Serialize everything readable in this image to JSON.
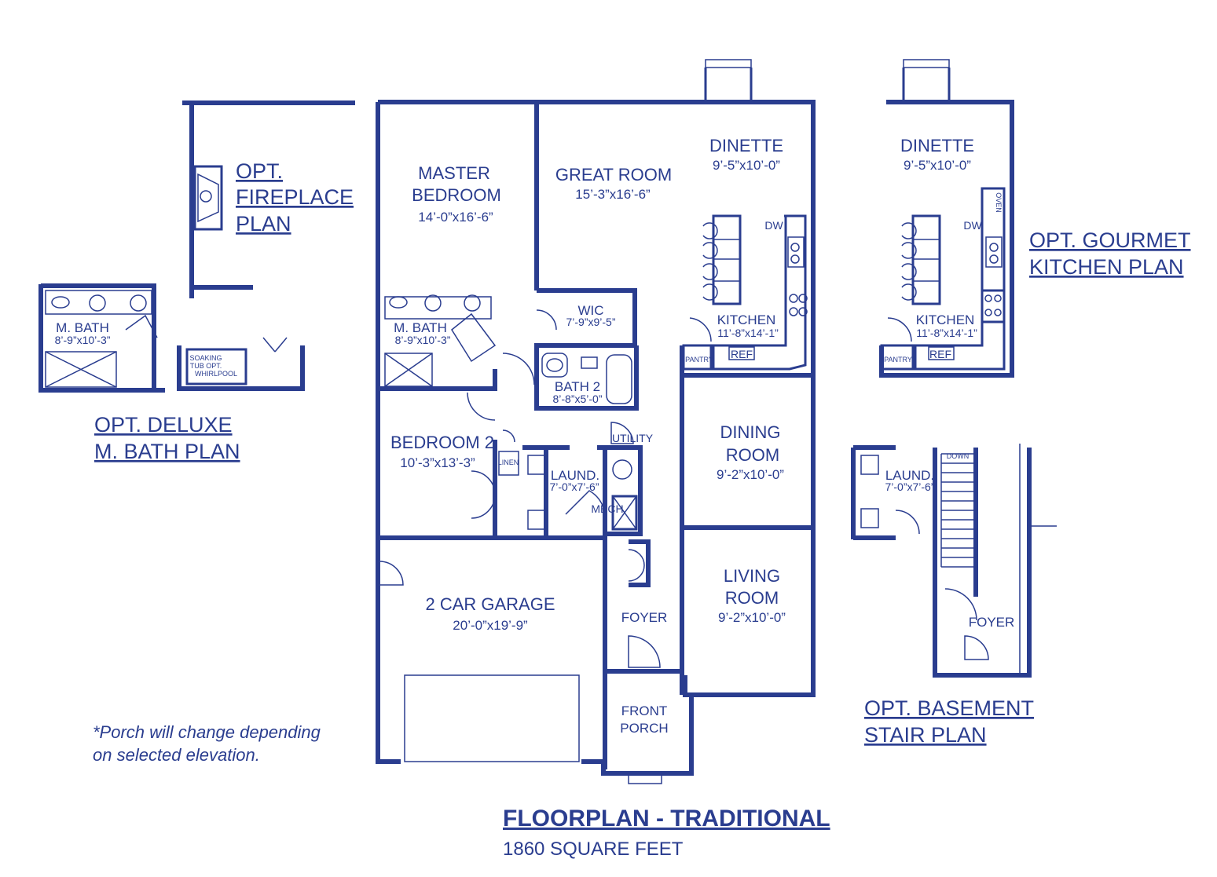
{
  "title": "FLOORPLAN - TRADITIONAL",
  "subtitle": "1860 SQUARE FEET",
  "note": [
    "*Porch will change depending",
    "on selected elevation."
  ],
  "colors": {
    "ink": "#2a3d8f",
    "background": "#ffffff"
  },
  "rooms": {
    "master_bedroom": {
      "name1": "MASTER",
      "name2": "BEDROOM",
      "dim": "14’-0”x16’-6”"
    },
    "great_room": {
      "name": "GREAT ROOM",
      "dim": "15’-3”x16’-6”"
    },
    "dinette": {
      "name": "DINETTE",
      "dim": "9’-5”x10’-0”"
    },
    "kitchen": {
      "name": "KITCHEN",
      "dim": "11’-8”x14’-1”"
    },
    "dw": "DW",
    "pantry": "PANTRY",
    "ref": "REF",
    "m_bath": {
      "name": "M. BATH",
      "dim": "8’-9”x10’-3”"
    },
    "wic": {
      "name": "WIC",
      "dim": "7’-9”x9’-5”"
    },
    "bath2": {
      "name": "BATH 2",
      "dim": "8’-8”x5’-0”"
    },
    "bedroom2": {
      "name": "BEDROOM 2",
      "dim": "10’-3”x13’-3”"
    },
    "linen": "LINEN",
    "laund": {
      "name": "LAUND.",
      "dim": "7’-0”x7’-6”"
    },
    "utility": "UTILITY",
    "mech": "MECH",
    "dining": {
      "name1": "DINING",
      "name2": "ROOM",
      "dim": "9’-2”x10’-0”"
    },
    "living": {
      "name1": "LIVING",
      "name2": "ROOM",
      "dim": "9’-2”x10’-0”"
    },
    "garage": {
      "name": "2 CAR GARAGE",
      "dim": "20’-0”x19’-9”"
    },
    "foyer": "FOYER",
    "porch": {
      "name1": "FRONT",
      "name2": "PORCH"
    }
  },
  "options": {
    "fireplace": [
      "OPT.",
      "FIREPLACE",
      "PLAN"
    ],
    "deluxe_bath": [
      "OPT. DELUXE",
      "M. BATH PLAN"
    ],
    "gourmet": [
      "OPT. GOURMET",
      "KITCHEN PLAN"
    ],
    "basement": [
      "OPT. BASEMENT",
      "STAIR PLAN"
    ],
    "soaking": [
      "SOAKING",
      "TUB OPT.",
      "WHIRLPOOL"
    ],
    "oven": "OVEN",
    "down": "DOWN"
  }
}
